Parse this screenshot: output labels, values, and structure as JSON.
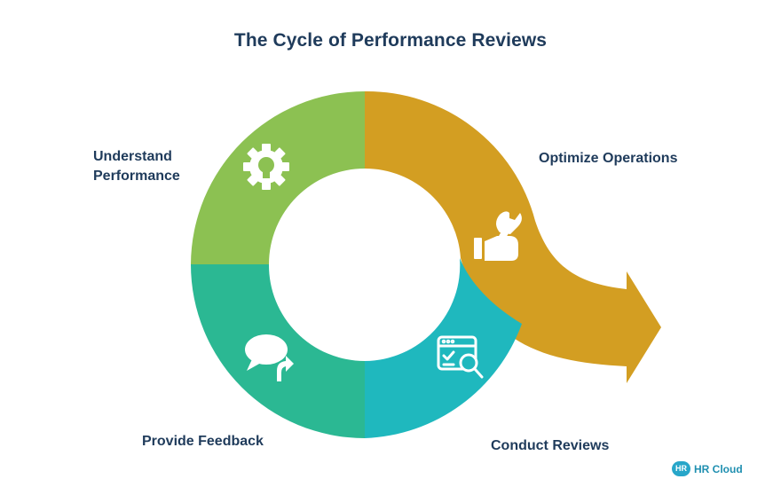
{
  "title": "The Cycle of Performance Reviews",
  "stages": [
    {
      "label": "Understand\nPerformance",
      "color": "#8cc152",
      "icon": "gear-bulb-icon"
    },
    {
      "label": "Optimize Operations",
      "color": "#d39e22",
      "icon": "wrench-hand-icon"
    },
    {
      "label": "Conduct Reviews",
      "color": "#1fb8be",
      "icon": "browser-search-icon"
    },
    {
      "label": "Provide Feedback",
      "color": "#2bb893",
      "icon": "speech-bubble-arrow-icon"
    }
  ],
  "brand": {
    "mark": "HR",
    "name": "HR Cloud"
  }
}
